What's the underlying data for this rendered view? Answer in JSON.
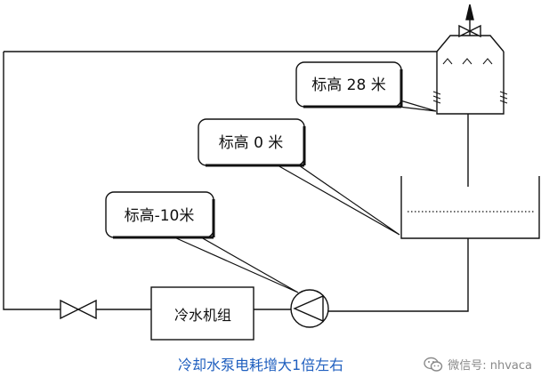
{
  "callouts": {
    "elev_28": "标高 28 米",
    "elev_0": "标高 0 米",
    "elev_minus10": "标高-10米"
  },
  "chiller_label": "冷水机组",
  "caption": "冷却水泵电耗增大1倍左右",
  "watermark": {
    "text": "微信号: nhvaca",
    "icon": "wechat-icon"
  },
  "colors": {
    "line": "#111111",
    "caption": "#1f5fbf",
    "watermark": "#8a8a8a"
  }
}
